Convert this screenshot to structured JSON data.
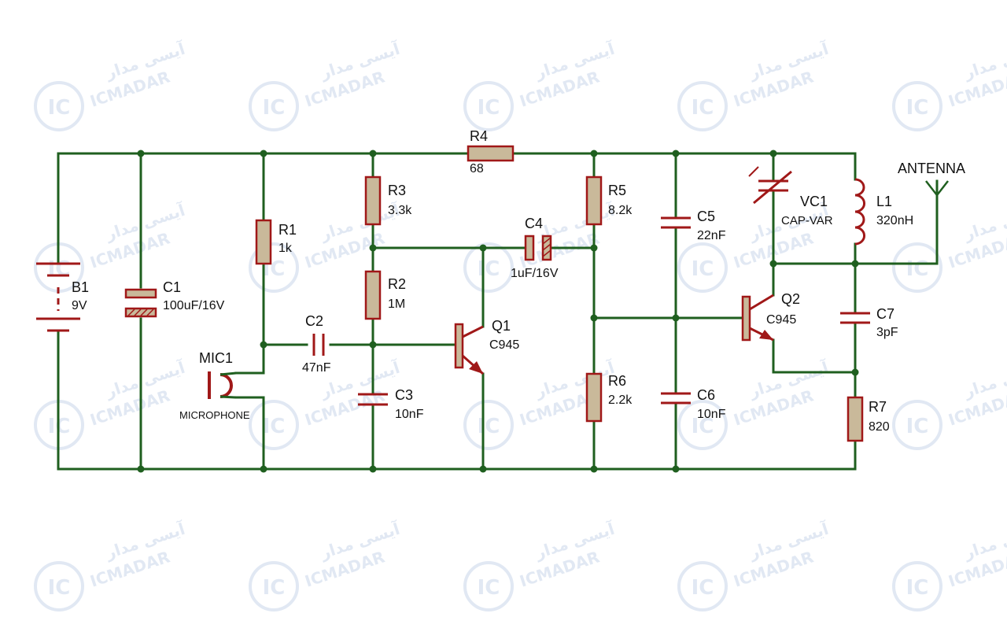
{
  "colors": {
    "wire": "#1f5f1f",
    "component_fill": "#c9b99a",
    "component_stroke": "#a01818",
    "text": "#111111",
    "watermark": "#c8d6ea"
  },
  "watermark": {
    "logo": "IC",
    "latin": "ICMADAR",
    "persian": "آیسی مدار"
  },
  "components": {
    "B1": {
      "ref": "B1",
      "value": "9V"
    },
    "C1": {
      "ref": "C1",
      "value": "100uF/16V"
    },
    "R1": {
      "ref": "R1",
      "value": "1k"
    },
    "MIC1": {
      "ref": "MIC1",
      "value": "MICROPHONE"
    },
    "C2": {
      "ref": "C2",
      "value": "47nF"
    },
    "R3": {
      "ref": "R3",
      "value": "3.3k"
    },
    "R2": {
      "ref": "R2",
      "value": "1M"
    },
    "C3": {
      "ref": "C3",
      "value": "10nF"
    },
    "Q1": {
      "ref": "Q1",
      "value": "C945"
    },
    "R4": {
      "ref": "R4",
      "value": "68"
    },
    "C4": {
      "ref": "C4",
      "value": "1uF/16V"
    },
    "R5": {
      "ref": "R5",
      "value": "8.2k"
    },
    "R6": {
      "ref": "R6",
      "value": "2.2k"
    },
    "C5": {
      "ref": "C5",
      "value": "22nF"
    },
    "C6": {
      "ref": "C6",
      "value": "10nF"
    },
    "VC1": {
      "ref": "VC1",
      "value": "CAP-VAR"
    },
    "L1": {
      "ref": "L1",
      "value": "320nH"
    },
    "Q2": {
      "ref": "Q2",
      "value": "C945"
    },
    "C7": {
      "ref": "C7",
      "value": "3pF"
    },
    "R7": {
      "ref": "R7",
      "value": "820"
    },
    "ANTENNA": {
      "ref": "ANTENNA"
    }
  }
}
